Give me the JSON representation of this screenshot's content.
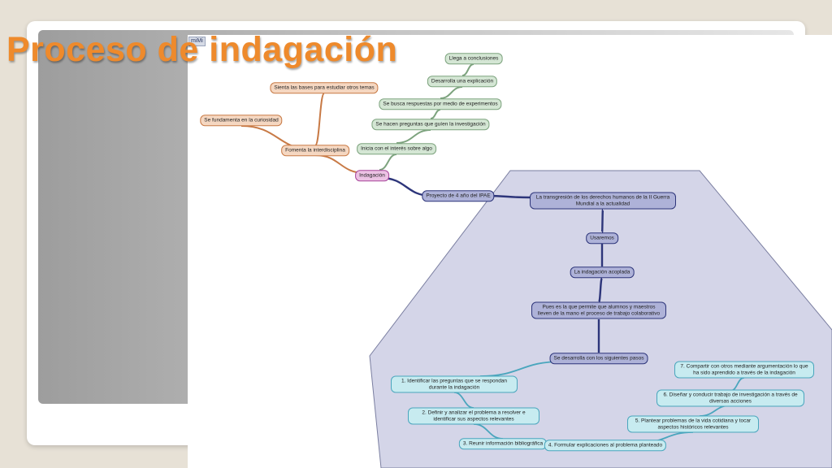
{
  "slide": {
    "title": "Proceso de indagación",
    "badge": "miMi"
  },
  "colors": {
    "title": "#ee8a2c",
    "green_branch": "#7da37e",
    "orange_branch": "#c87a46",
    "center": "#a7449a",
    "navy_branch": "#2d357a",
    "cyan_branch": "#4aa6bd",
    "hull_fill": "#d4d5e8"
  },
  "mindmap": {
    "center": "Indagación",
    "green": [
      "Llega a conclusiones",
      "Desarrolla una explicación",
      "Se busca respuestas por medio de experimentos",
      "Se hacen preguntas que guíen la investigación",
      "Inicia con el interés sobre algo"
    ],
    "orange": [
      "Sienta las bases para estudiar otros temas",
      "Se fundamenta en la curiosidad",
      "Fomenta la interdisciplina"
    ],
    "navy": [
      "Proyecto de 4 año del IPAE",
      "La transgresión de los derechos humanos de la II Guerra Mundial a la actualidad",
      "Usaremos",
      "La indagación acoplada",
      "Pues es la que permite que alumnos y maestros lleven de la mano el proceso de trabajo colaborativo",
      "Se desarrolla con los siguientes pasos"
    ],
    "steps": [
      "1. Identificar las preguntas que se respondan durante la indagación",
      "2. Definir y analizar el problema a resolver e identificar sus aspectos relevantes",
      "3. Reunir información bibliográfica",
      "4. Formular explicaciones al problema planteado",
      "5. Plantear problemas de la vida cotidiana y tocar aspectos históricos relevantes",
      "6. Diseñar y conducir trabajo de investigación a través de diversas acciones",
      "7. Compartir con otros mediante argumentación lo que ha sido aprendido a través de la indagación"
    ]
  }
}
